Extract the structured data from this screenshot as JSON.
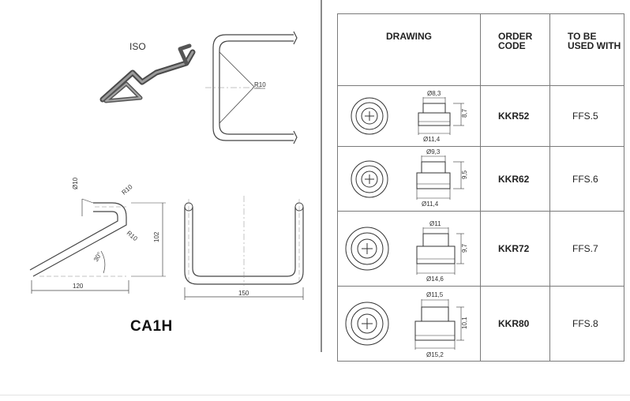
{
  "left": {
    "iso_label": "ISO",
    "part_title": "CA1H",
    "dims": {
      "r10_a": "R10",
      "d10": "Ø10",
      "r10_b": "R10",
      "r10_c": "R10",
      "angle": "30°",
      "len120": "120",
      "h102": "102",
      "w150": "150"
    }
  },
  "table": {
    "headers": {
      "drawing": "DRAWING",
      "order_l1": "ORDER",
      "order_l2": "CODE",
      "used_l1": "TO BE",
      "used_l2": "USED WITH"
    },
    "rows": [
      {
        "code": "KKR52",
        "used": "FFS.5",
        "d_top": "Ø8,3",
        "h": "8,7",
        "d_bot": "Ø11,4"
      },
      {
        "code": "KKR62",
        "used": "FFS.6",
        "d_top": "Ø9,3",
        "h": "9,5",
        "d_bot": "Ø11,4"
      },
      {
        "code": "KKR72",
        "used": "FFS.7",
        "d_top": "Ø11",
        "h": "9,7",
        "d_bot": "Ø14,6"
      },
      {
        "code": "KKR80",
        "used": "FFS.8",
        "d_top": "Ø11,5",
        "h": "10,1",
        "d_bot": "Ø15,2"
      }
    ]
  }
}
